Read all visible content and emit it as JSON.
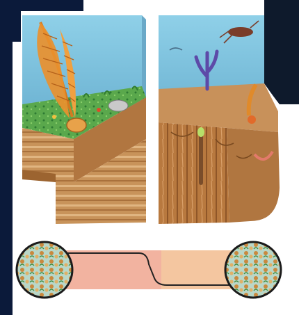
{
  "figure": {
    "background": "#ffffff",
    "frame_color": "#0b1a3a",
    "panels": [
      {
        "id": "ediacaran-matground",
        "biota": [
          "frond",
          "holdfast",
          "algal-mat",
          "shell-organism"
        ]
      },
      {
        "id": "cambrian-mixground",
        "biota": [
          "arthropod",
          "sponge",
          "burrowing-worm",
          "tube-organism"
        ]
      }
    ],
    "transition_bar": {
      "left_color": "#f2b3a0",
      "right_color": "#f4c6a0",
      "step_line": "#222222"
    },
    "colors": {
      "water": "#86c6e0",
      "water_side": "#6fb2d2",
      "mat_green": "#4f9a45",
      "sediment_light": "#d9a870",
      "sediment_dark": "#8b5a2b",
      "frond_orange": "#e78a2a"
    }
  }
}
